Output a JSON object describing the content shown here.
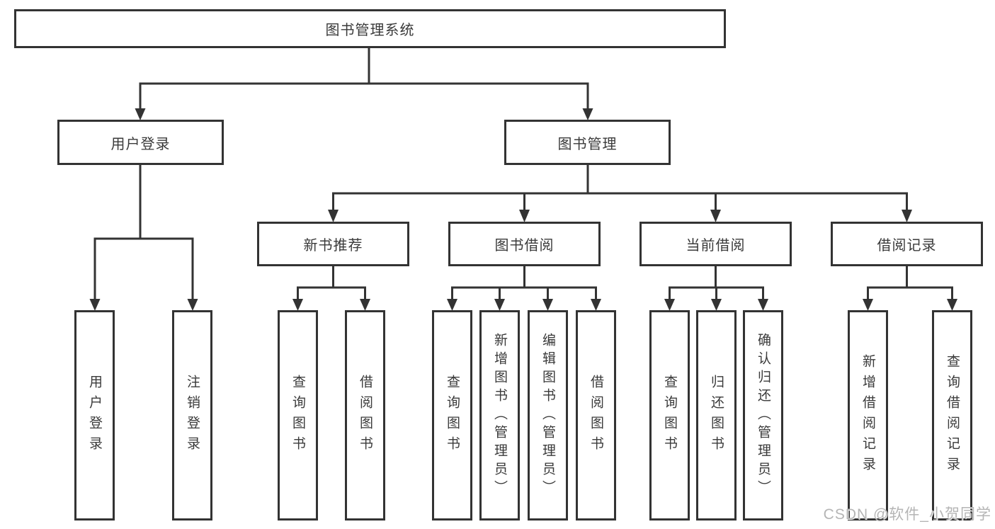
{
  "diagram": {
    "root": {
      "label": "图书管理系统"
    },
    "level2": [
      {
        "label": "用户登录"
      },
      {
        "label": "图书管理"
      }
    ],
    "level3": [
      {
        "label": "新书推荐",
        "parent": "图书管理"
      },
      {
        "label": "图书借阅",
        "parent": "图书管理"
      },
      {
        "label": "当前借阅",
        "parent": "图书管理"
      },
      {
        "label": "借阅记录",
        "parent": "图书管理"
      }
    ],
    "leaves": [
      {
        "label": "用户登录",
        "parent": "用户登录"
      },
      {
        "label": "注销登录",
        "parent": "用户登录"
      },
      {
        "label": "查询图书",
        "parent": "新书推荐"
      },
      {
        "label": "借阅图书",
        "parent": "新书推荐"
      },
      {
        "label": "查询图书",
        "parent": "图书借阅"
      },
      {
        "label": "新增图书（管理员）",
        "parent": "图书借阅"
      },
      {
        "label": "编辑图书（管理员）",
        "parent": "图书借阅"
      },
      {
        "label": "借阅图书",
        "parent": "图书借阅"
      },
      {
        "label": "查询图书",
        "parent": "当前借阅"
      },
      {
        "label": "归还图书",
        "parent": "当前借阅"
      },
      {
        "label": "确认归还（管理员）",
        "parent": "当前借阅"
      },
      {
        "label": "新增借阅记录",
        "parent": "借阅记录"
      },
      {
        "label": "查询借阅记录",
        "parent": "借阅记录"
      }
    ]
  },
  "watermark": {
    "text": "CSDN @软件_小贺同学"
  },
  "colors": {
    "line": "#333333",
    "box_border": "#333333",
    "text": "#3a3a3a",
    "watermark": "#b5b5b5",
    "background": "#ffffff"
  }
}
